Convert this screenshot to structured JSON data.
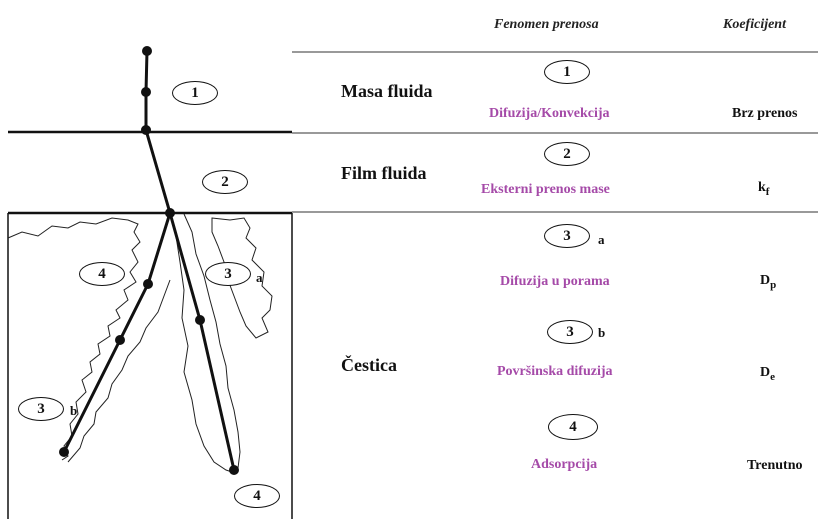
{
  "headers": {
    "phenomenon": "Fenomen prenosa",
    "coefficient": "Koeficijent"
  },
  "regions": {
    "bulk": "Masa fluida",
    "film": "Film fluida",
    "particle": "Čestica"
  },
  "steps": [
    {
      "num": "1",
      "letter": "",
      "phenomenon": "Difuzija/Konvekcija",
      "coef": "Brz prenos",
      "coef_sub": ""
    },
    {
      "num": "2",
      "letter": "",
      "phenomenon": "Eksterni prenos mase",
      "coef": "k",
      "coef_sub": "f"
    },
    {
      "num": "3",
      "letter": "a",
      "phenomenon": "Difuzija u porama",
      "coef": "D",
      "coef_sub": "p"
    },
    {
      "num": "3",
      "letter": "b",
      "phenomenon": "Površinska difuzija",
      "coef": "D",
      "coef_sub": "e"
    },
    {
      "num": "4",
      "letter": "",
      "phenomenon": "Adsorpcija",
      "coef": "Trenutno",
      "coef_sub": ""
    }
  ],
  "colors": {
    "phenomenon_text": "#a54aa8",
    "lines": "#111111"
  }
}
